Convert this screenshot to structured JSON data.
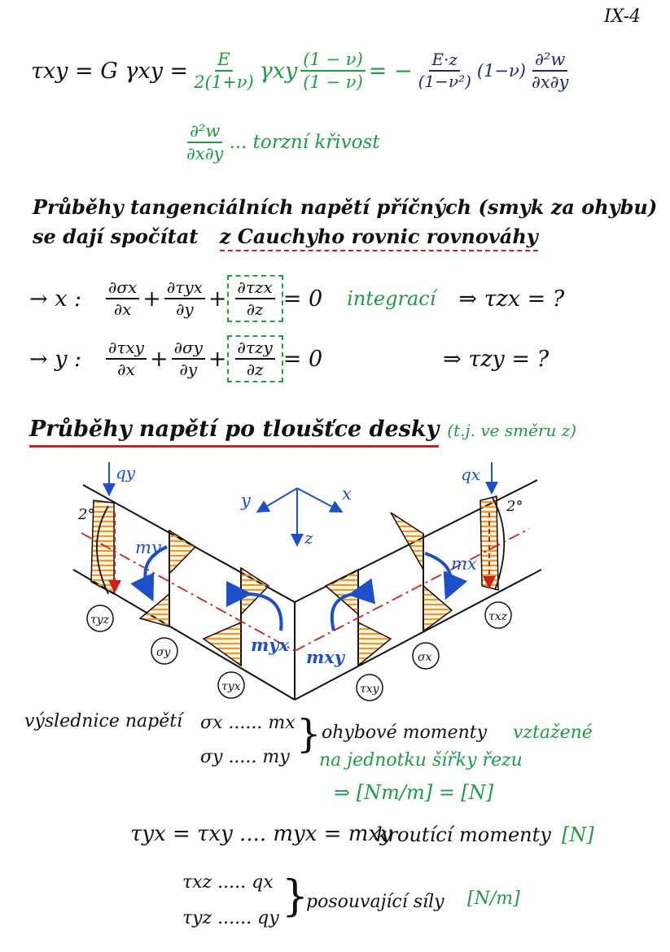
{
  "page_number": "IX-4",
  "eq1": {
    "lhs": "τxy = G γxy =",
    "f1_num": "E",
    "f1_den": "2(1+ν)",
    "mid": "γxy",
    "f2_num": "(1 − ν)",
    "f2_den": "(1 − ν)",
    "equals": "= −",
    "f3_num": "E·z",
    "f3_den": "(1−ν²)",
    "factor": "(1−ν)",
    "f4_num": "∂²w",
    "f4_den": "∂x∂y"
  },
  "torsion": {
    "num": "∂²w",
    "den": "∂x∂y",
    "label": "... torzní křivost"
  },
  "shear_text": {
    "line1": "Průběhy tangenciálních napětí příčných (smyk za ohybu)",
    "line2a": "se dají spočítat",
    "line2b": "z Cauchyho rovnic rovnováhy"
  },
  "eq_x": {
    "label": "→ x :",
    "t1_num": "∂σx",
    "t1_den": "∂x",
    "t2_num": "∂τyx",
    "t2_den": "∂y",
    "t3_num": "∂τzx",
    "t3_den": "∂z",
    "rhs": "= 0",
    "note": "integrací",
    "result": "⇒ τzx = ?"
  },
  "eq_y": {
    "label": "→ y :",
    "t1_num": "∂τxy",
    "t1_den": "∂x",
    "t2_num": "∂σy",
    "t2_den": "∂y",
    "t3_num": "∂τzy",
    "t3_den": "∂z",
    "rhs": "= 0",
    "result": "⇒ τzy = ?"
  },
  "section_title": {
    "main": "Průběhy napětí po tloušťce desky",
    "note": "(t.j. ve směru z)"
  },
  "diagram": {
    "axes": {
      "y": "y",
      "x": "x",
      "z": "z"
    },
    "load_left": "qy",
    "load_right": "qx",
    "order_left": "2°",
    "order_right": "2°",
    "moment_left": "my",
    "moment_right": "mx",
    "moment_center_left": "myx",
    "moment_center_right": "mxy",
    "circle_tyz": "τyz",
    "circle_sy": "σy",
    "circle_tyx": "τyx",
    "circle_txy": "τxy",
    "circle_sx": "σx",
    "circle_txz": "τxz",
    "colors": {
      "hatch": "#f39a1c",
      "moment": "#1d4fc9",
      "axis_line": "#d21e1e"
    }
  },
  "resultants": {
    "heading": "výslednice napětí",
    "r1": "σx ...... mx",
    "r2": "σy ..... my",
    "bending_label": "ohybové momenty",
    "bending_note1": "vztažené",
    "bending_note2": "na jednotku šířky řezu",
    "units": "⇒ [Nm/m] = [N]",
    "torsion_line": "τyx = τxy .... myx = mxy",
    "torsion_label": "kroutící momenty",
    "torsion_unit": "[N]",
    "s1": "τxz ..... qx",
    "s2": "τyz ...... qy",
    "shear_label": "posouvající síly",
    "shear_unit": "[N/m]"
  }
}
